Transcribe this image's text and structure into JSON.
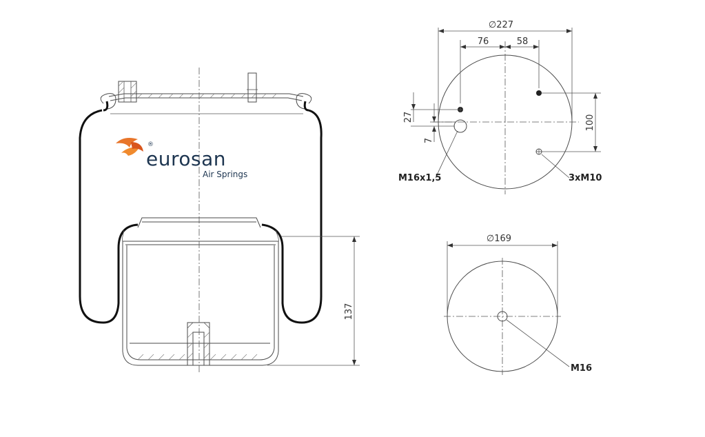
{
  "brand": {
    "name": "eurosan",
    "tagline": "Air Springs",
    "registered_mark": "®",
    "logo_color": "#e8752a",
    "text_color": "#1d3550"
  },
  "side_view": {
    "height_label": "137"
  },
  "top_plate": {
    "diameter_label": "∅227",
    "offset_left_label": "76",
    "offset_right_label": "58",
    "vertical_offset_a_label": "27",
    "vertical_offset_b_label": "7",
    "stud_spacing_label": "100",
    "air_inlet_label": "M16x1,5",
    "studs_label": "3xM10"
  },
  "bottom_plate": {
    "diameter_label": "∅169",
    "thread_label": "M16"
  }
}
